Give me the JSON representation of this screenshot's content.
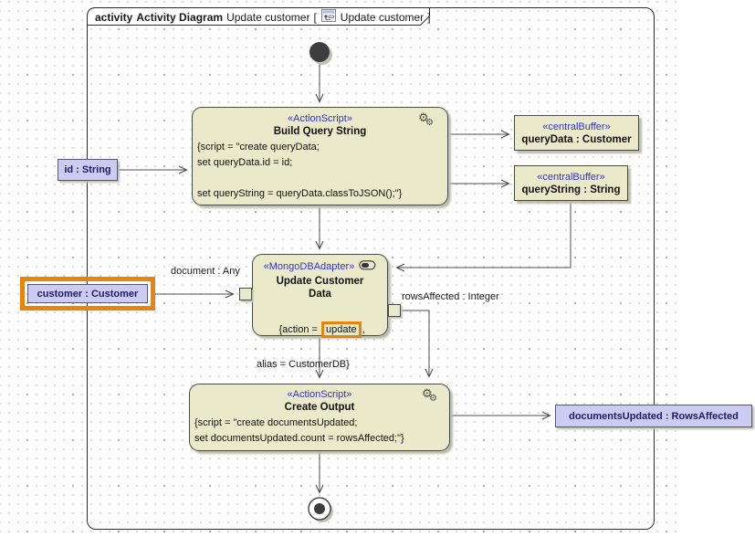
{
  "frame": {
    "kind_label": "activity",
    "type_label": "Activity Diagram",
    "diagram_name": "Update customer",
    "bracket_open": "[",
    "bracket_close": "]",
    "context_name": "Update customer"
  },
  "colors": {
    "highlight_orange": "#E8830B",
    "stereotype_blue": "#3232CE",
    "action_fill": "#EAEACB",
    "parameter_fill": "#CCCCF2"
  },
  "nodes": {
    "build_query": {
      "stereotype": "«ActionScript»",
      "name": "Build Query String",
      "body": [
        "{script = \"create queryData;",
        "set queryData.id = id;",
        "",
        "set queryString = queryData.classToJSON();\"}"
      ]
    },
    "query_data_buffer": {
      "stereotype": "«centralBuffer»",
      "name": "queryData : Customer"
    },
    "query_string_buffer": {
      "stereotype": "«centralBuffer»",
      "name": "queryString : String"
    },
    "id_param": {
      "label": "id : String"
    },
    "customer_param": {
      "label": "customer : Customer"
    },
    "update_action": {
      "stereotype": "«MongoDBAdapter»",
      "name": "Update Customer Data",
      "body_prefix": "{action = ",
      "body_highlight": "update",
      "body_suffix": ",",
      "body_line2": "alias = CustomerDB}"
    },
    "create_output": {
      "stereotype": "«ActionScript»",
      "name": "Create Output",
      "body": [
        "{script = \"create documentsUpdated;",
        "set documentsUpdated.count = rowsAffected;\"}"
      ]
    },
    "documents_param": {
      "label": "documentsUpdated : RowsAffected"
    }
  },
  "edge_labels": {
    "document_pin": "document : Any",
    "rows_pin": "rowsAffected : Integer"
  }
}
